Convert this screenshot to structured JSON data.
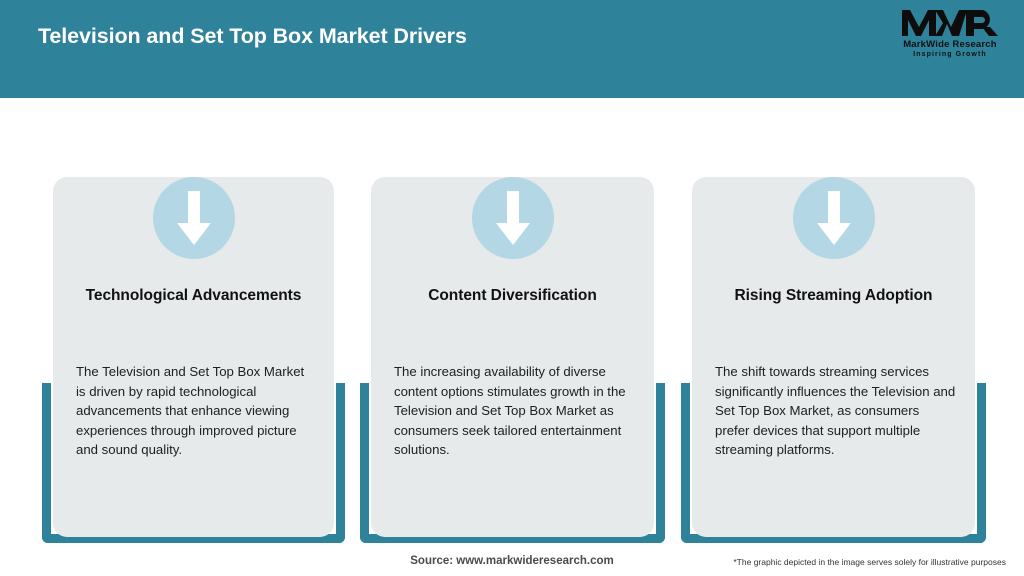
{
  "header": {
    "title": "Television and Set Top Box Market Drivers",
    "background_color": "#2e8299",
    "title_color": "#ffffff"
  },
  "logo": {
    "mark": "MWR",
    "name": "MarkWide Research",
    "tagline": "Inspiring Growth"
  },
  "cards": [
    {
      "icon": "down-arrow-icon",
      "title": "Technological Advancements",
      "body": "The Television and Set Top Box Market is driven by rapid technological advancements that enhance viewing experiences through improved picture and sound quality."
    },
    {
      "icon": "down-arrow-icon",
      "title": "Content Diversification",
      "body": "The increasing availability of diverse content options stimulates growth in the Television and Set Top Box Market as consumers seek tailored entertainment solutions."
    },
    {
      "icon": "down-arrow-icon",
      "title": "Rising Streaming Adoption",
      "body": "The shift towards streaming services significantly influences the Television and Set Top Box Market, as consumers prefer devices that support multiple streaming platforms."
    }
  ],
  "footer": {
    "source": "Source: www.markwideresearch.com",
    "disclaimer": "*The graphic depicted in the image serves solely for illustrative purposes"
  },
  "theme": {
    "teal": "#2e8299",
    "card_gray": "#e7eaeb",
    "icon_blue": "#b3d7e4",
    "page_background": "#ffffff"
  }
}
